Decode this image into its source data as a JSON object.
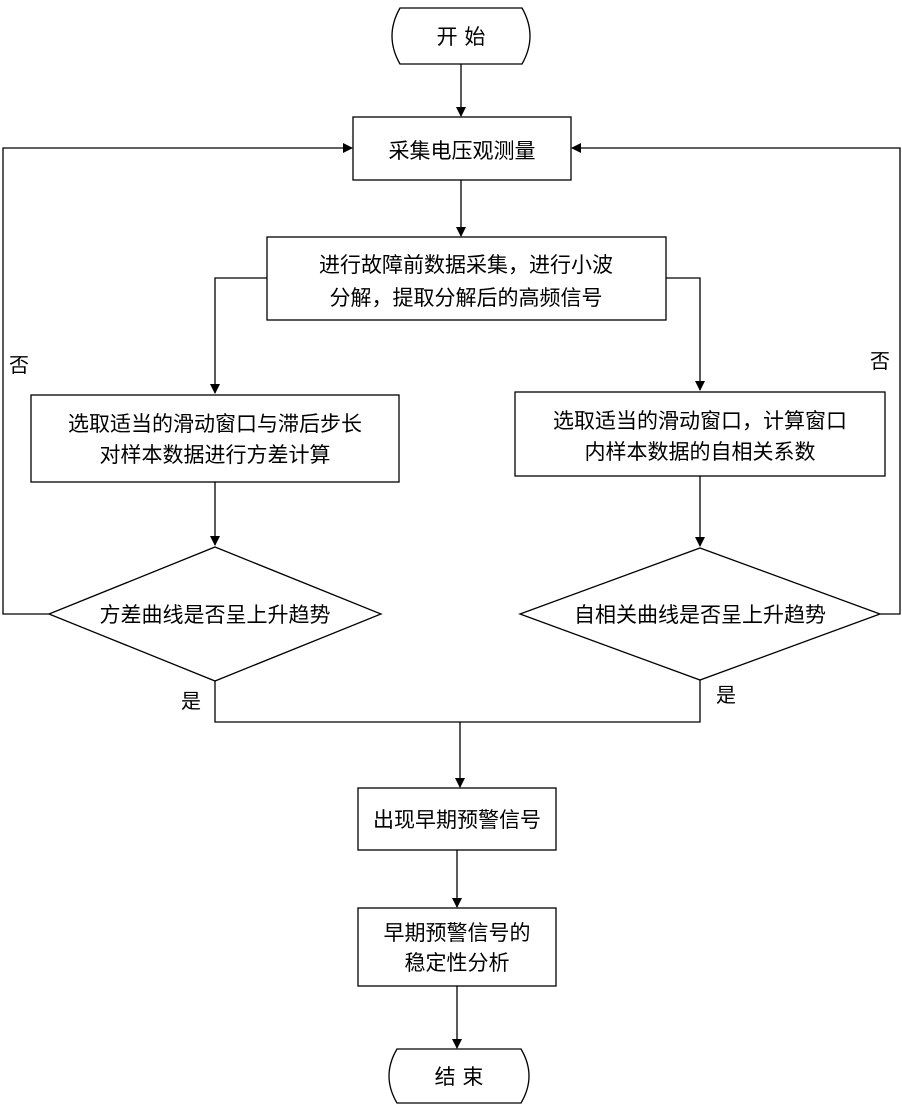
{
  "nodes": {
    "start": "开 始",
    "collect": "采集电压观测量",
    "wavelet": [
      "进行故障前数据采集，进行小波",
      "分解，提取分解后的高频信号"
    ],
    "variance_calc": [
      "选取适当的滑动窗口与滞后步长",
      "对样本数据进行方差计算"
    ],
    "autocorr_calc": [
      "选取适当的滑动窗口，计算窗口",
      "内样本数据的自相关系数"
    ],
    "variance_decision": "方差曲线是否呈上升趋势",
    "autocorr_decision": "自相关曲线是否呈上升趋势",
    "warning": "出现早期预警信号",
    "stability": [
      "早期预警信号的",
      "稳定性分析"
    ],
    "end": "结 束"
  },
  "labels": {
    "left_no": "否",
    "right_no": "否",
    "left_yes": "是",
    "right_yes": "是"
  },
  "colors": {
    "line": "#000000",
    "fill": "#ffffff"
  }
}
